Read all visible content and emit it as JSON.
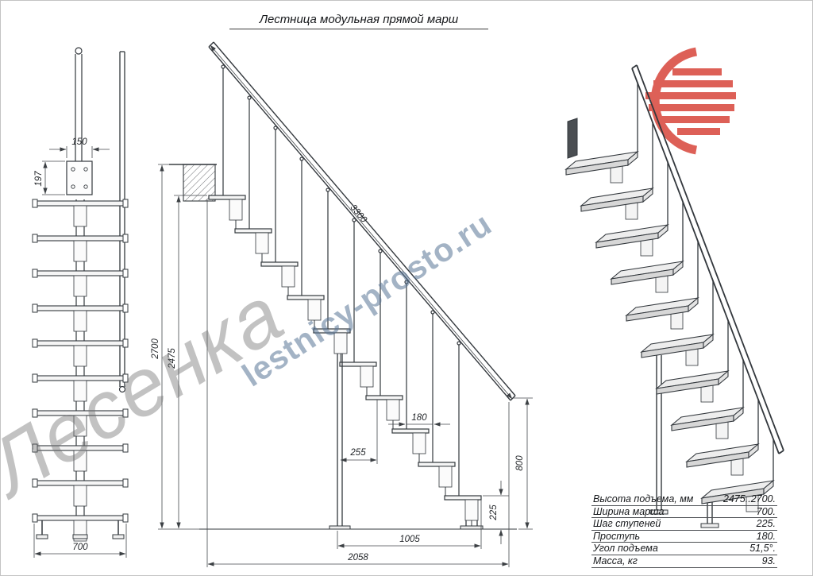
{
  "title": "Лестница модульная прямой марш",
  "watermarks": {
    "big": "Лесенка",
    "diagonal": "lestnicy-prosto.ru"
  },
  "dimensions": {
    "bracket_width": "150",
    "bracket_height": "197",
    "march_width": "700",
    "total_height": "2700",
    "rise_height": "2475",
    "stringer_length": "3300",
    "tread_depth": "180",
    "module_offset": "255",
    "support_height": "800",
    "step_rise": "225",
    "support_span": "1005",
    "total_run": "2058"
  },
  "spec_table": {
    "rows": [
      {
        "label": "Высота подъема, мм",
        "value": "2475..2700."
      },
      {
        "label": "Ширина марша",
        "value": "700."
      },
      {
        "label": "Шаг ступеней",
        "value": "225."
      },
      {
        "label": "Проступь",
        "value": "180."
      },
      {
        "label": "Угол подъема",
        "value": "51,5°."
      },
      {
        "label": "Масса, кг",
        "value": "93."
      }
    ]
  },
  "colors": {
    "line": "#33383d",
    "logo_red": "#d8453a",
    "watermark_blue": "#587496",
    "watermark_gray": "#6e6e6e"
  }
}
